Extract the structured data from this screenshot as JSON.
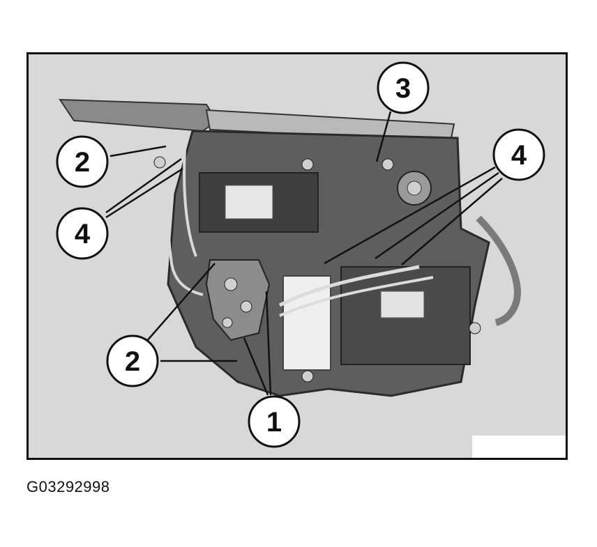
{
  "figure": {
    "callouts": [
      {
        "id": "c3",
        "label": "3"
      },
      {
        "id": "c2a",
        "label": "2"
      },
      {
        "id": "c4a",
        "label": "4"
      },
      {
        "id": "c4b",
        "label": "4"
      },
      {
        "id": "c2b",
        "label": "2"
      },
      {
        "id": "c1",
        "label": "1"
      }
    ],
    "colors": {
      "background": "#d8d8d8",
      "panel": "#5a5a5a",
      "frame": "#111111"
    }
  },
  "caption": "G03292998"
}
